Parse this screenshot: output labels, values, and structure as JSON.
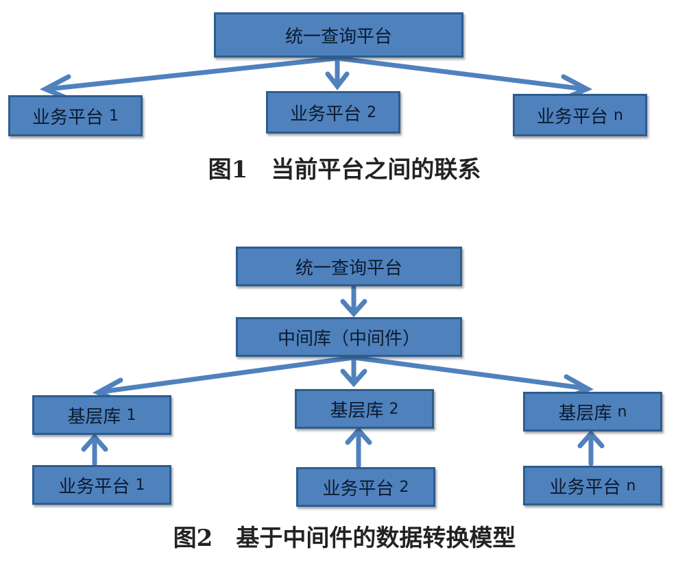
{
  "figure1": {
    "top": "统一查询平台",
    "nodes": [
      {
        "label": "业务平台",
        "num": "1"
      },
      {
        "label": "业务平台",
        "num": "2"
      },
      {
        "label": "业务平台",
        "num": "n"
      }
    ],
    "caption": "图1　当前平台之间的联系"
  },
  "figure2": {
    "top": "统一查询平台",
    "middle": "中间库（中间件）",
    "base": [
      {
        "label": "基层库",
        "num": "1"
      },
      {
        "label": "基层库",
        "num": "2"
      },
      {
        "label": "基层库",
        "num": "n"
      }
    ],
    "business": [
      {
        "label": "业务平台",
        "num": "1"
      },
      {
        "label": "业务平台",
        "num": "2"
      },
      {
        "label": "业务平台",
        "num": "n"
      }
    ],
    "caption": "图2　基于中间件的数据转换模型"
  },
  "colors": {
    "box_fill": "#4f81bd",
    "box_border": "#2c5d8f",
    "arrow": "#4f81bd"
  }
}
